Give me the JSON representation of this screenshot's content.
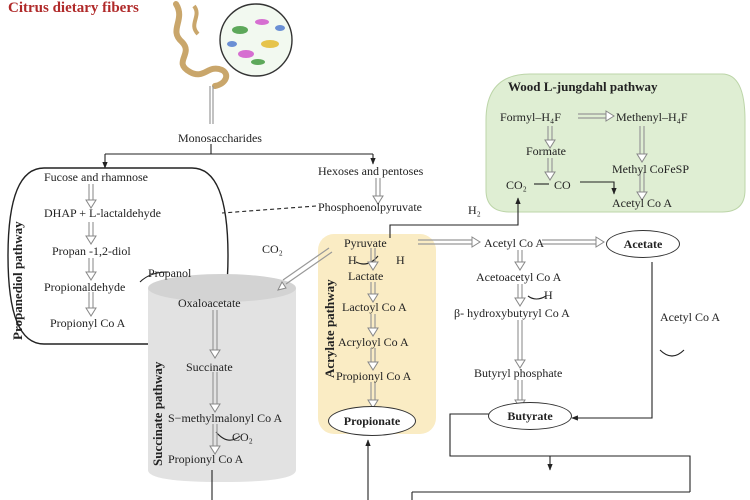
{
  "title": "Citrus dietary fibers",
  "nodes": {
    "monosaccharides": "Monosaccharides",
    "fucose": "Fucose and rhamnose",
    "hexoses": "Hexoses and pentoses",
    "dhap": "DHAP + L-lactaldehyde",
    "pep": "Phosphoenolpyruvate",
    "propandiol": "Propan -1,2-diol",
    "propanol": "Propanol",
    "propionaldehyde": "Propionaldehyde",
    "propionylcoa_left": "Propionyl Co A",
    "co2_left": "CO₂",
    "pyruvate": "Pyruvate",
    "h_left": "H",
    "h_right": "H",
    "lactate": "Lactate",
    "lactoyl": "Lactoyl Co A",
    "acryloyl": "Acryloyl Co A",
    "propionyl_acr": "Propionyl Co A",
    "propionate": "Propionate",
    "oxaloacetate": "Oxaloacetate",
    "succinate": "Succinate",
    "methylmalonyl": "S−methylmalonyl Co A",
    "co2_succ": "CO₂",
    "propionyl_succ": "Propionyl Co A",
    "acetylcoa_mid": "Acetyl Co A",
    "acetate": "Acetate",
    "acetoacetyl": "Acetoacetyl Co A",
    "h_mid": "H",
    "hydroxybutyryl": "β- hydroxybutyryl Co A",
    "butyryl_phosphate": "Butyryl phosphate",
    "butyrate": "Butyrate",
    "acetylcoa_right": "Acetyl Co A",
    "h2": "H₂"
  },
  "wood": {
    "title": "Wood L-jungdahl pathway",
    "formyl": "Formyl–H₄F",
    "methenyl": "Methenyl–H₄F",
    "formate": "Formate",
    "methylcofesp": "Methyl CoFeSP",
    "co2": "CO₂",
    "co": "CO",
    "acetylcoa": "Acetyl Co A"
  },
  "pathways": {
    "propanediol": "Propanediol pathway",
    "acrylate": "Acrylate pathway",
    "succinate": "Succinate pathway"
  },
  "colors": {
    "title": "#b02a2a",
    "wood_fill": "#dfeed3",
    "acrylate_fill": "#faecc4",
    "succinate_fill": "#e2e2e2"
  },
  "icons": [
    "gut-illustration",
    "microbiota-magnifier-icon"
  ]
}
